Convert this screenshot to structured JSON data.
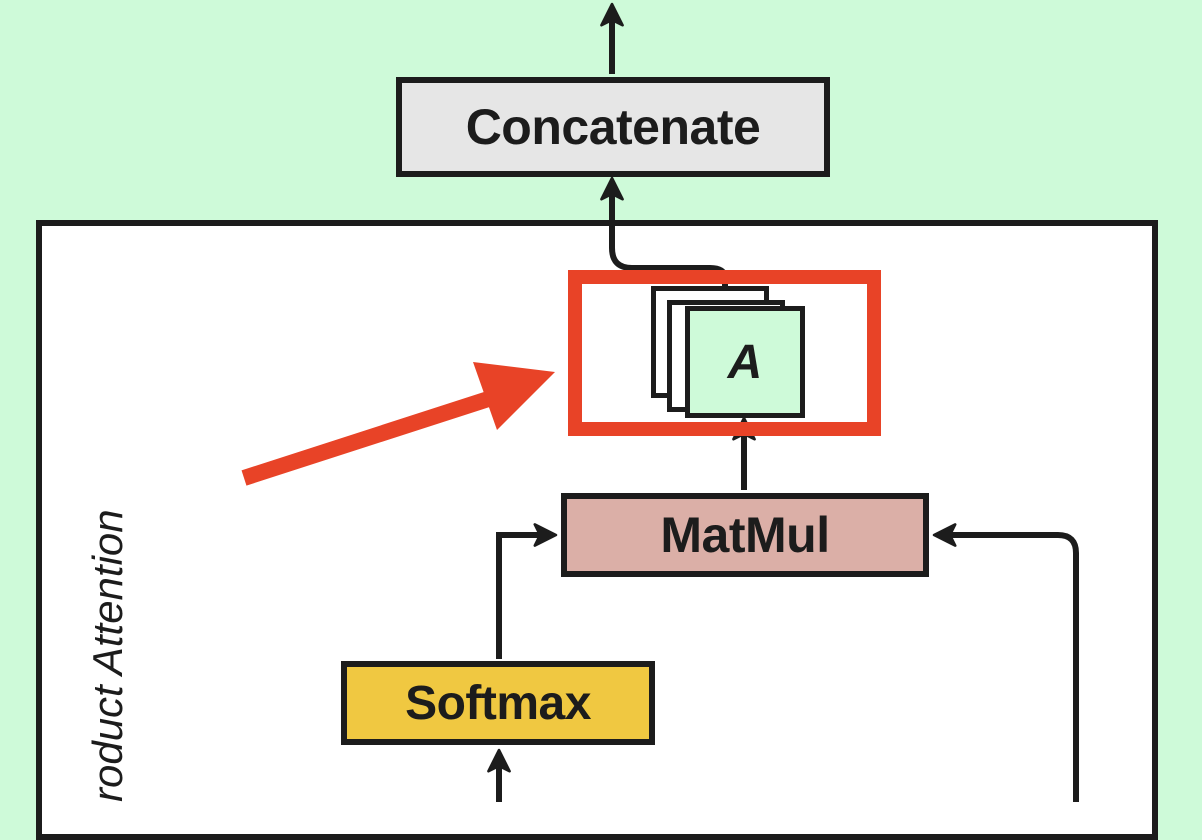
{
  "diagram": {
    "title": "Scaled Dot-Product Attention (partial view)",
    "nodes": {
      "concatenate": {
        "label": "Concatenate",
        "color": "#e6e6e6"
      },
      "attention_output": {
        "label": "A",
        "color": "#cefad9",
        "stacked": true
      },
      "matmul": {
        "label": "MatMul",
        "color": "#dbafa7"
      },
      "softmax": {
        "label": "Softmax",
        "color": "#f0c841"
      }
    },
    "panel_label": "roduct Attention",
    "highlight": {
      "color": "#e84327",
      "target": "attention_output"
    },
    "edges": [
      {
        "from": "concatenate",
        "to": "offscreen-top"
      },
      {
        "from": "attention_output",
        "to": "concatenate"
      },
      {
        "from": "matmul",
        "to": "attention_output"
      },
      {
        "from": "softmax",
        "to": "matmul"
      },
      {
        "from": "offscreen-right",
        "to": "matmul"
      },
      {
        "from": "offscreen-bottom",
        "to": "softmax"
      }
    ],
    "colors": {
      "background": "#cefad9",
      "panel": "#ffffff",
      "stroke": "#1c1c1c",
      "annotation": "#e84327"
    }
  }
}
